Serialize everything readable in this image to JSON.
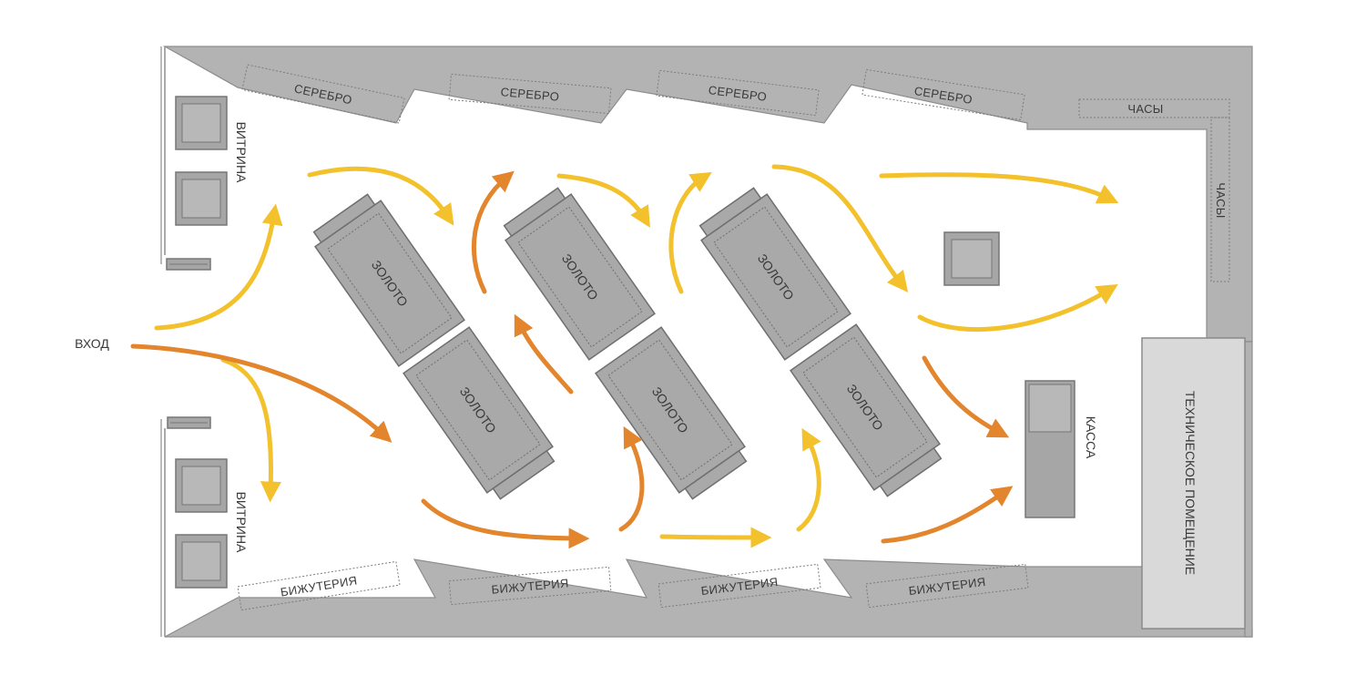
{
  "labels": {
    "entrance": "ВХОД",
    "vitrina_top": "ВИТРИНА",
    "vitrina_bottom": "ВИТРИНА",
    "serebro": [
      "СЕРЕБРО",
      "СЕРЕБРО",
      "СЕРЕБРО",
      "СЕРЕБРО"
    ],
    "bizhuteriya": [
      "БИЖУТЕРИЯ",
      "БИЖУТЕРИЯ",
      "БИЖУТЕРИЯ",
      "БИЖУТЕРИЯ"
    ],
    "chasy_top": "ЧАСЫ",
    "chasy_side": "ЧАСЫ",
    "zoloto": [
      "ЗОЛОТО",
      "ЗОЛОТО",
      "ЗОЛОТО",
      "ЗОЛОТО",
      "ЗОЛОТО",
      "ЗОЛОТО"
    ],
    "kassa": "КАССА",
    "tech_room": "ТЕХНИЧЕСКОЕ ПОМЕЩЕНИЕ"
  },
  "colors": {
    "yellow_arrow": "#f2c12b",
    "orange_arrow": "#e3852c",
    "wall": "#b3b3b3",
    "fixture": "#a9a9a9"
  }
}
